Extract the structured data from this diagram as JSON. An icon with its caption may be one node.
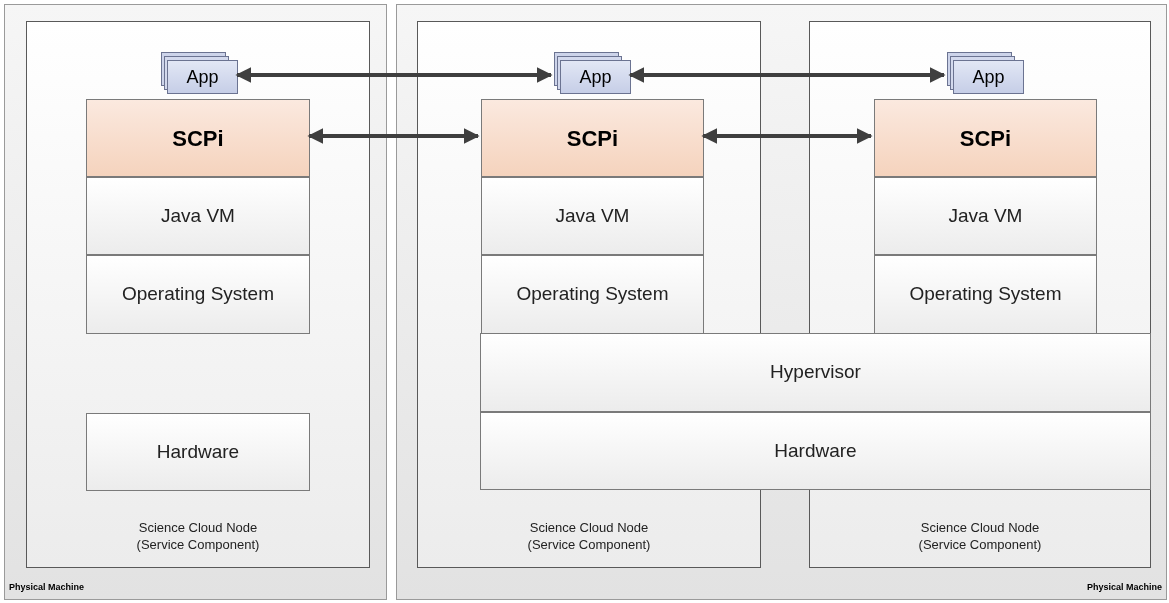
{
  "diagram": {
    "nodes": [
      {
        "text": [
          "Physical Machine"
        ]
      },
      {
        "text": [
          "Science Cloud Node (Service Component)"
        ],
        "in": 0
      },
      {
        "text": [
          "App"
        ],
        "in": 1
      },
      {
        "text": [
          "SCPi"
        ],
        "in": 1
      },
      {
        "text": [
          "Java VM"
        ],
        "in": 1
      },
      {
        "text": [
          "Operating System"
        ],
        "in": 1
      },
      {
        "text": [
          "Hardware"
        ],
        "in": 1
      },
      {
        "text": [
          "Physical Machine"
        ]
      },
      {
        "text": [
          "Science Cloud Node (Service Component)"
        ],
        "in": 7
      },
      {
        "text": [
          "App"
        ],
        "in": 8
      },
      {
        "text": [
          "SCPi"
        ],
        "in": 8
      },
      {
        "text": [
          "Java VM"
        ],
        "in": 8
      },
      {
        "text": [
          "Operating System"
        ],
        "in": 8
      },
      {
        "text": [
          "Science Cloud Node (Service Component)"
        ],
        "in": 7
      },
      {
        "text": [
          "App"
        ],
        "in": 13
      },
      {
        "text": [
          "SCPi"
        ],
        "in": 13
      },
      {
        "text": [
          "Java VM"
        ],
        "in": 13
      },
      {
        "text": [
          "Operating System"
        ],
        "in": 13
      },
      {
        "text": [
          "Hypervisor"
        ],
        "in": 7
      },
      {
        "text": [
          "Hardware"
        ],
        "in": 7
      }
    ],
    "edges": [
      {
        "from": 2,
        "to": 9,
        "arrow": "both"
      },
      {
        "from": 9,
        "to": 14,
        "arrow": "both"
      },
      {
        "from": 3,
        "to": 10,
        "arrow": "both"
      },
      {
        "from": 10,
        "to": 15,
        "arrow": "both"
      }
    ]
  }
}
